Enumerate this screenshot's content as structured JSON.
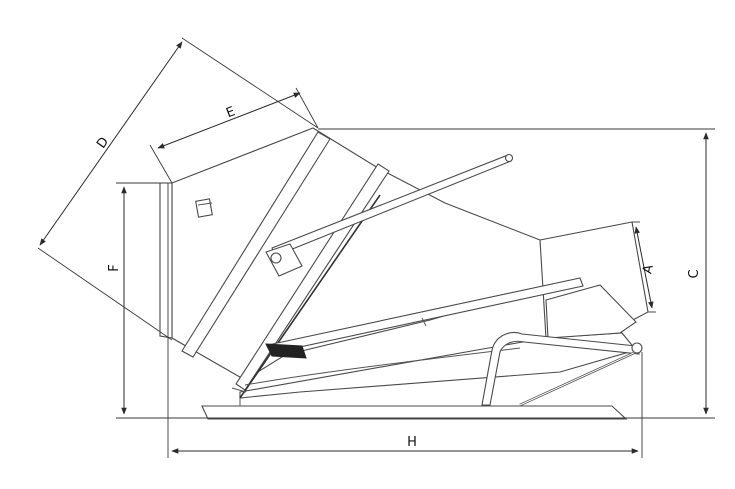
{
  "labels": {
    "A": "A",
    "C": "C",
    "D": "D",
    "E": "E",
    "F": "F",
    "H": "H"
  },
  "colors": {
    "line": "#4a4a4a",
    "dimension": "#2b2b2b",
    "handle_grip": "#222222"
  }
}
